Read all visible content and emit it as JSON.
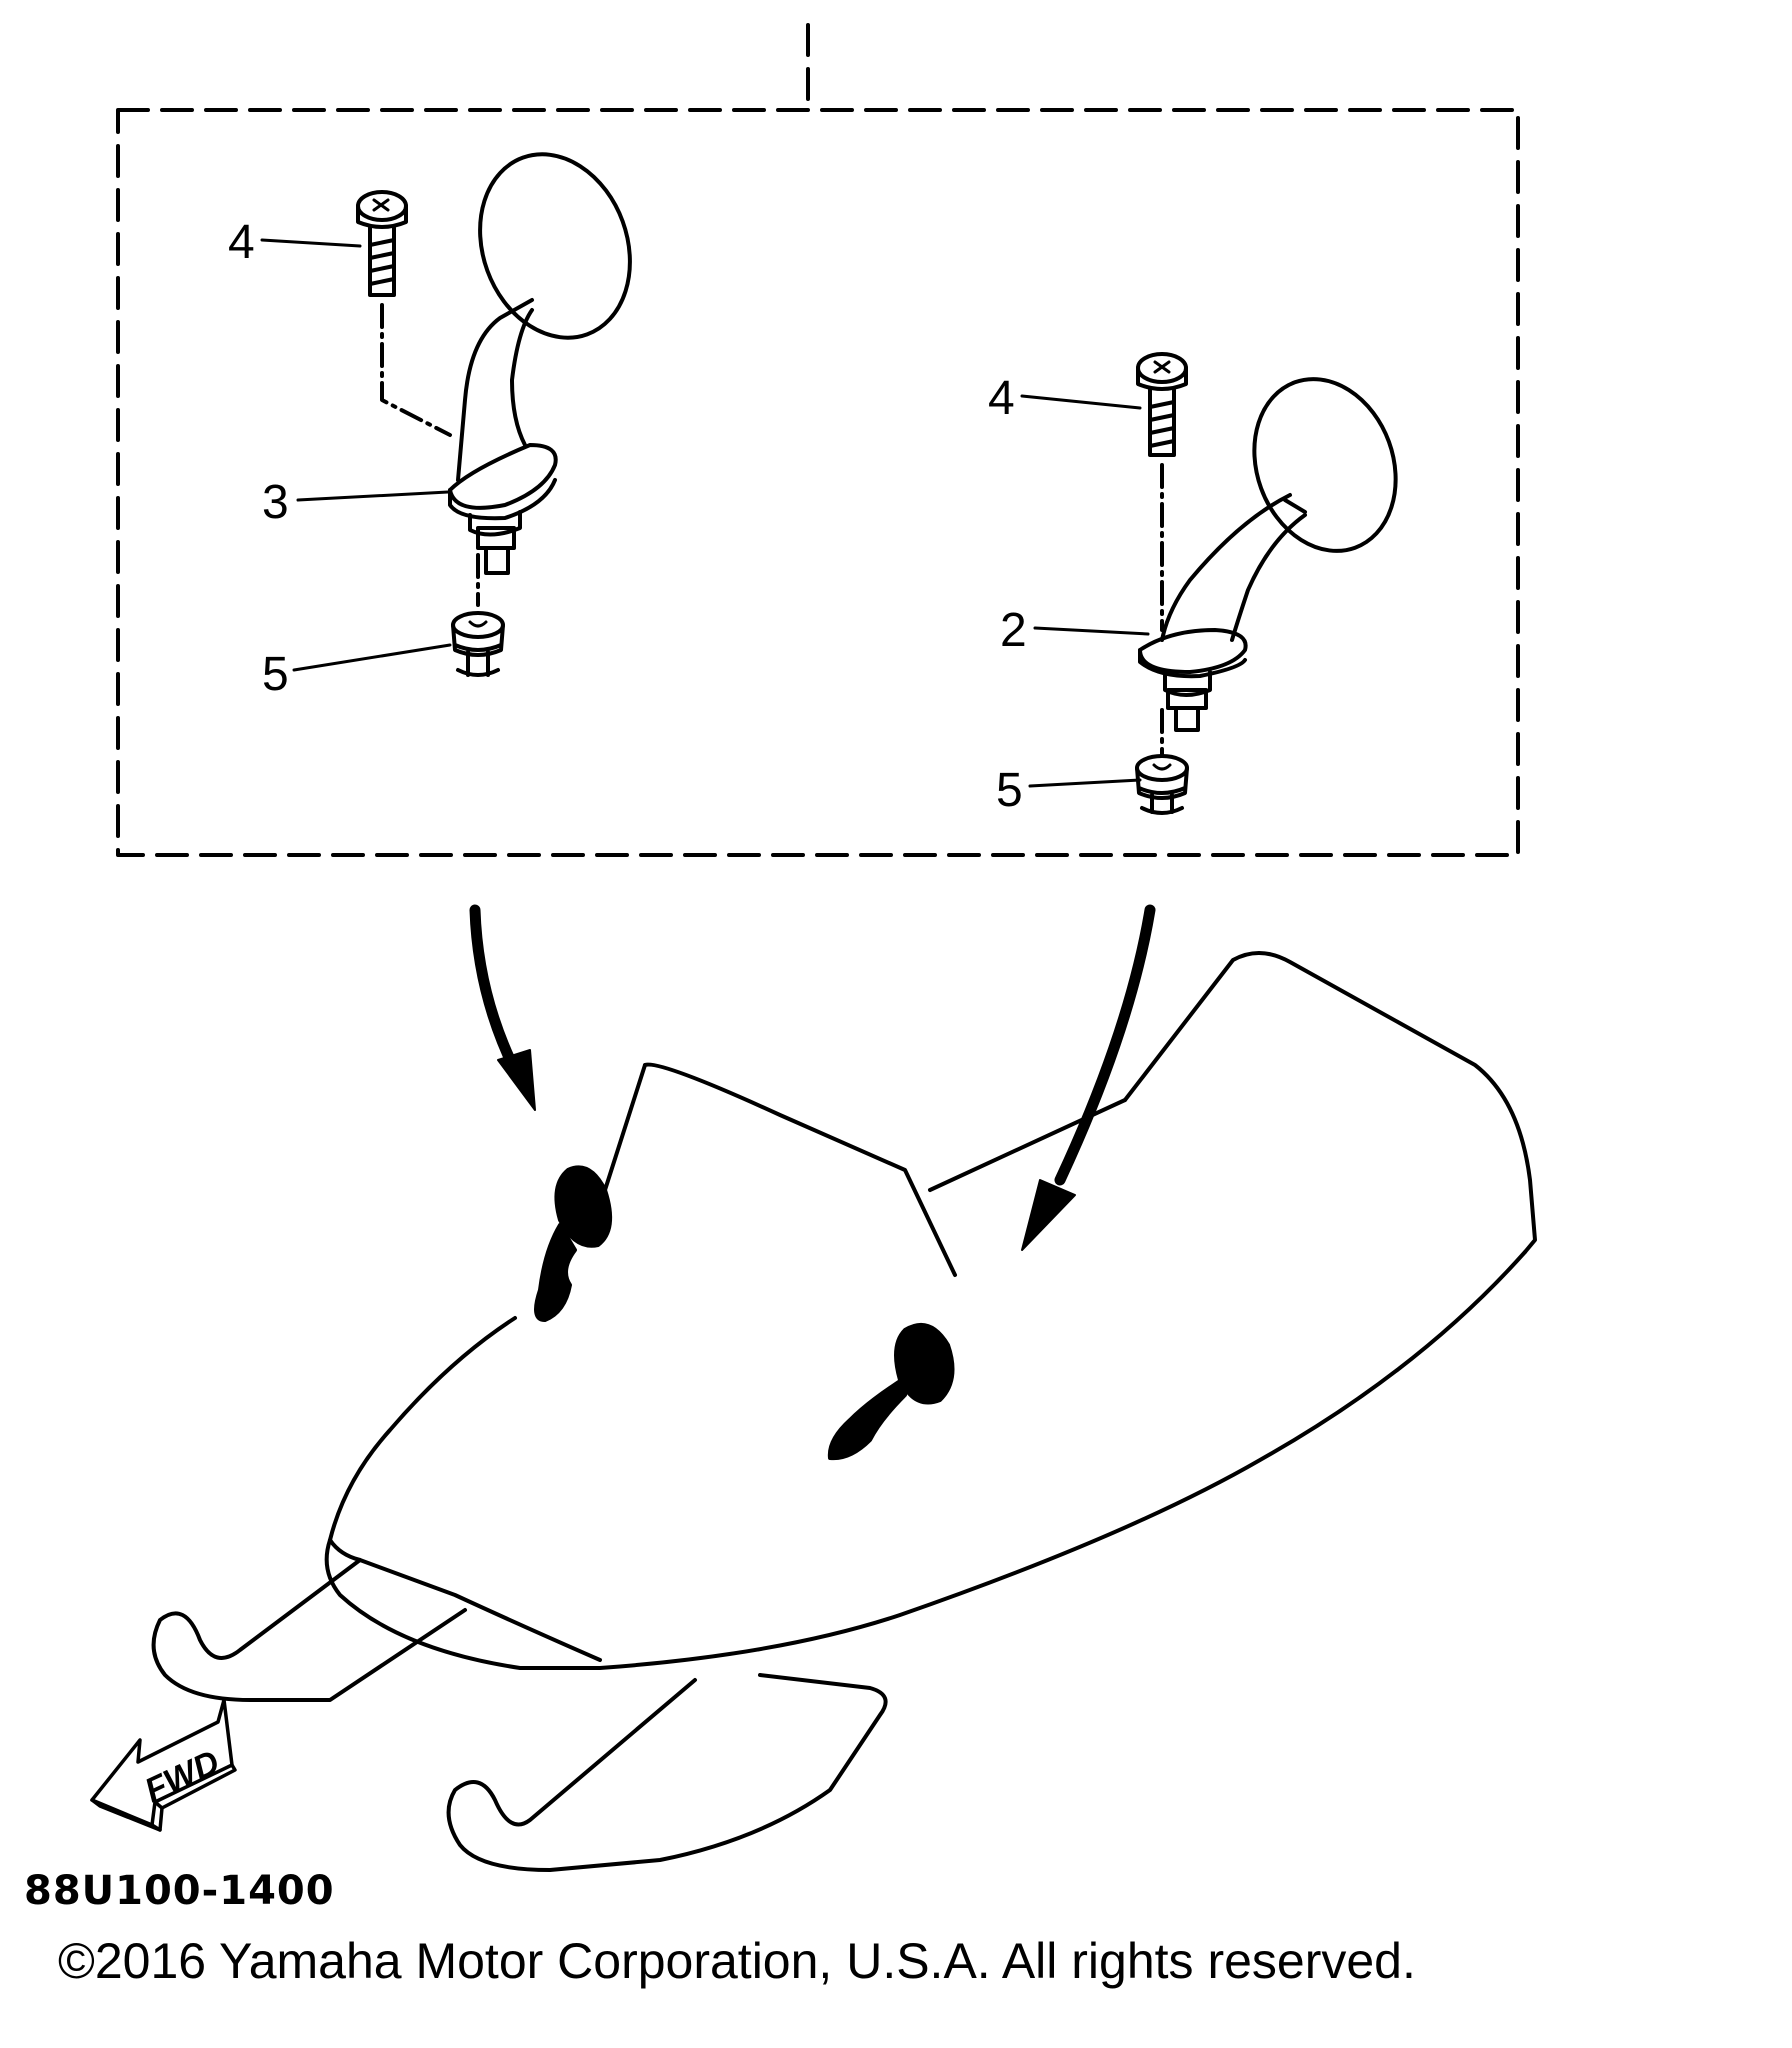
{
  "diagram": {
    "callouts": {
      "left_bolt": "4",
      "left_mirror": "3",
      "left_nut": "5",
      "right_bolt": "4",
      "right_mirror": "2",
      "right_nut": "5"
    },
    "direction_arrow_label": "FWD",
    "part_code": "88U100-1400"
  },
  "copyright": "©2016 Yamaha Motor Corporation, U.S.A. All rights reserved.",
  "colors": {
    "line": "#000000",
    "background": "#ffffff"
  }
}
